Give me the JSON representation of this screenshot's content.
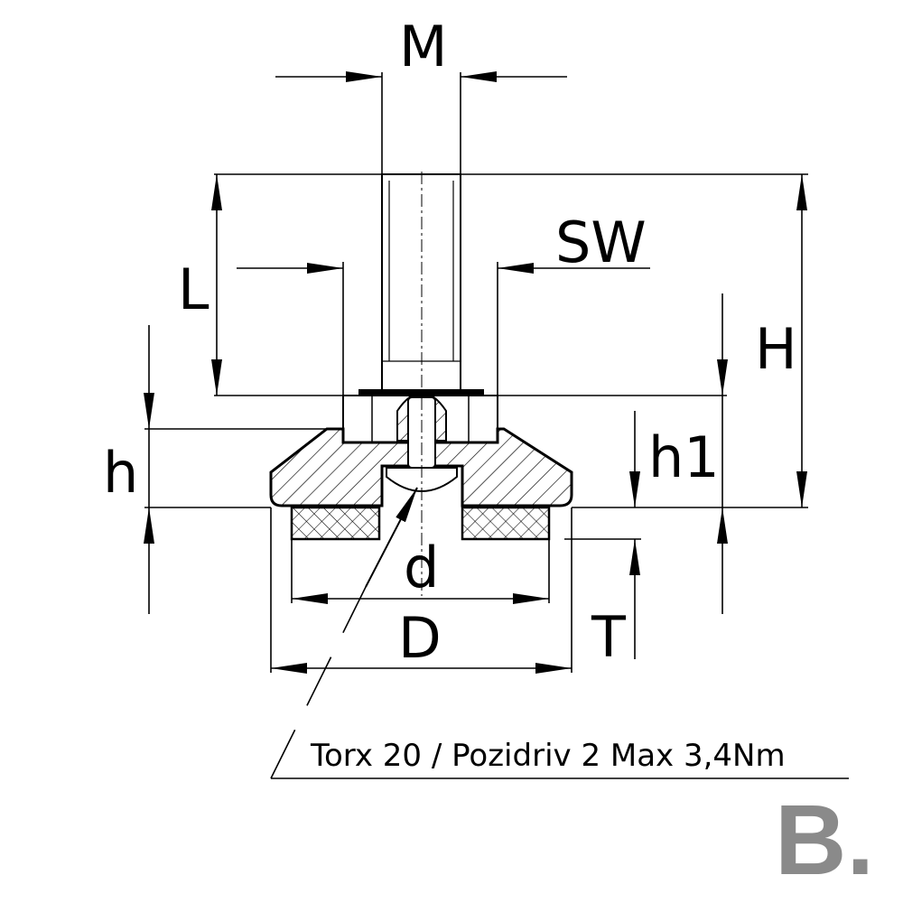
{
  "labels": {
    "M": "M",
    "SW": "SW",
    "L": "L",
    "H": "H",
    "h": "h",
    "h1": "h1",
    "d": "d",
    "D": "D",
    "T": "T"
  },
  "note": "Torx 20 / Pozidriv 2 Max 3,4Nm",
  "logo": "B.",
  "colors": {
    "line": "#000000",
    "logo": "#8a8a8a"
  }
}
